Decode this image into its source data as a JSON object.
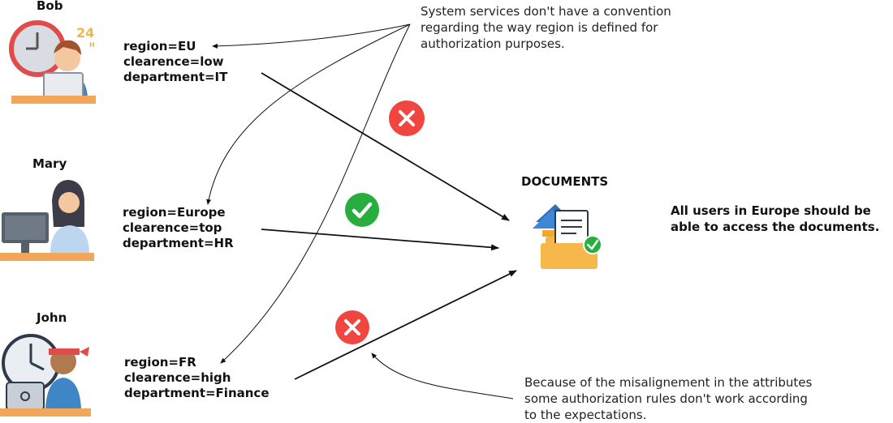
{
  "users": [
    {
      "name": "Bob",
      "attributes": [
        "region=EU",
        "clearence=low",
        "department=IT"
      ],
      "access": "denied"
    },
    {
      "name": "Mary",
      "attributes": [
        "region=Europe",
        "clearence=top",
        "department=HR"
      ],
      "access": "granted"
    },
    {
      "name": "John",
      "attributes": [
        "region=FR",
        "clearence=high",
        "department=Finance"
      ],
      "access": "denied"
    }
  ],
  "resource": {
    "title": "DOCUMENTS"
  },
  "policy_statement": "All users in Europe should be\nable to access the documents.",
  "notes": {
    "services": "System services don't have a convention\nregarding the way region is defined for\nauthorization purposes.",
    "misalignment": "Because of the misalignement in the attributes\nsome authorization rules don't work according\nto the expectations."
  },
  "colors": {
    "denied": "#f0463f",
    "granted": "#27ae3f",
    "folder": "#f7b84b",
    "doc_blue": "#2f6fba"
  },
  "icons": {
    "denied": "x-circle-icon",
    "granted": "check-circle-icon",
    "resource": "documents-folder-icon"
  }
}
